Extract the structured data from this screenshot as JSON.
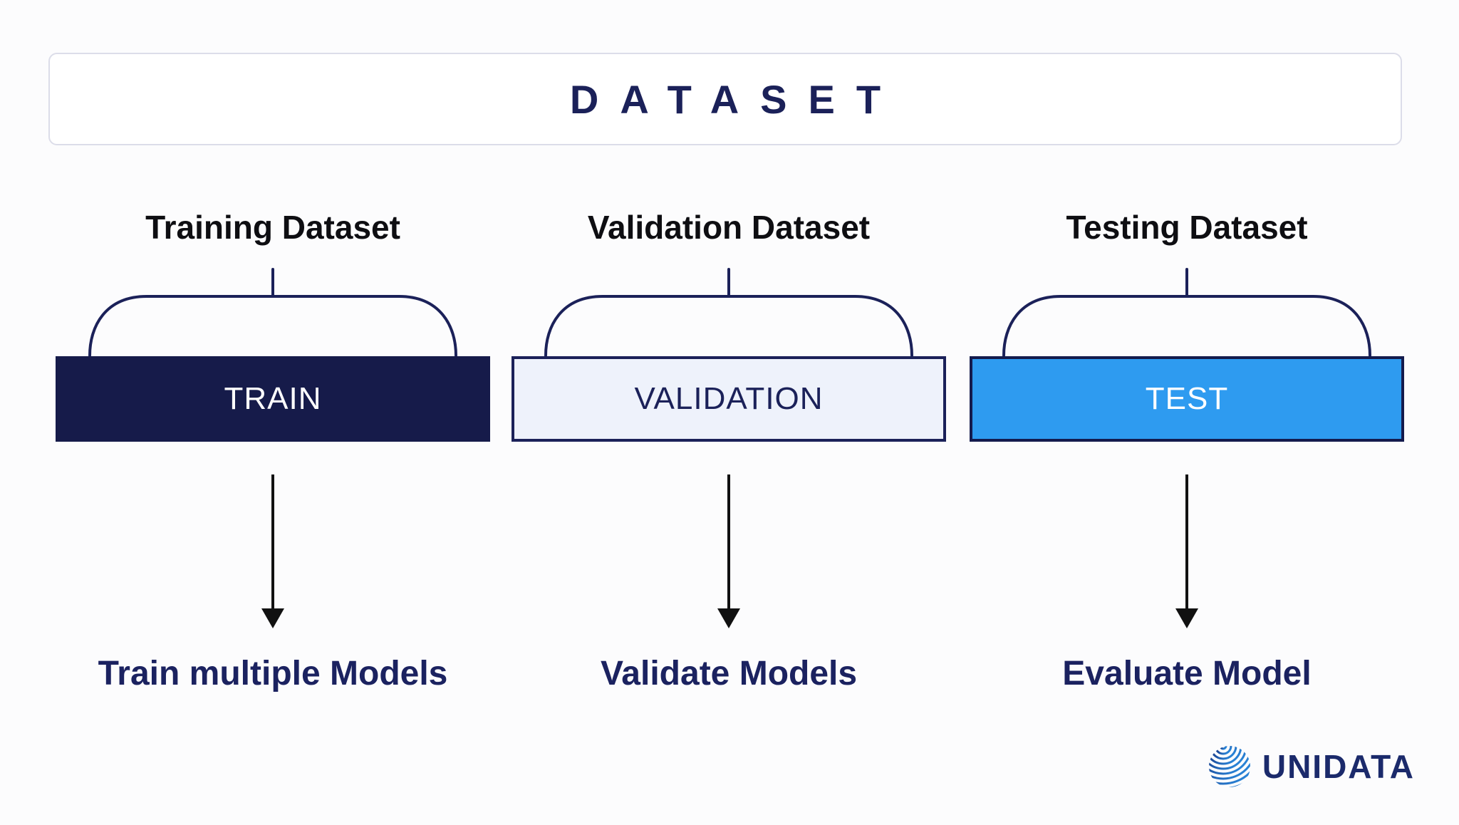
{
  "colors": {
    "navy": "#1b2159",
    "page_bg": "#fcfcfd",
    "frame_border": "#dcdde9",
    "label_dark": "#0e0e12",
    "result_navy": "#1b2260",
    "arrow_black": "#111111",
    "logo_navy": "#1b2a6b",
    "bright_blue": "#2e9bf0",
    "dark_box": "#161b4a",
    "light_box": "#eef2fb"
  },
  "header": {
    "title": "DATASET"
  },
  "columns": [
    {
      "label": "Training Dataset",
      "box_label": "TRAIN",
      "box_bg": "#161b4a",
      "box_text_color": "#ffffff",
      "box_border": "#161b4a",
      "result": "Train multiple Models"
    },
    {
      "label": "Validation Dataset",
      "box_label": "VALIDATION",
      "box_bg": "#eef2fb",
      "box_text_color": "#1b2159",
      "box_border": "#1b2159",
      "result": "Validate Models"
    },
    {
      "label": "Testing Dataset",
      "box_label": "TEST",
      "box_bg": "#2e9bf0",
      "box_text_color": "#ffffff",
      "box_border": "#141b4d",
      "result": "Evaluate Model"
    }
  ],
  "logo": {
    "brand": "UNIDATA",
    "icon": "striped-globe-icon"
  }
}
